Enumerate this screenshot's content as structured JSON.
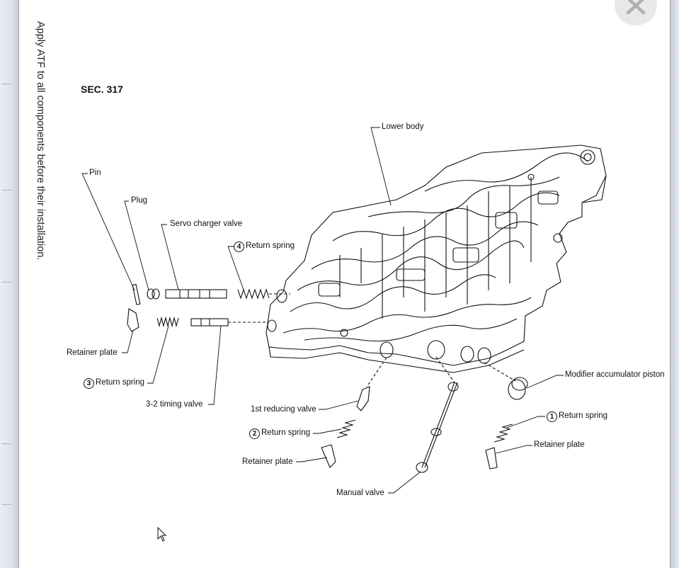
{
  "page": {
    "side_note": "Apply ATF to all components before their installation.",
    "section": "SEC. 317"
  },
  "labels": {
    "lower_body": "Lower body",
    "pin": "Pin",
    "plug": "Plug",
    "servo_charger_valve": "Servo charger valve",
    "return_spring_4_num": "4",
    "return_spring_4": "Return spring",
    "retainer_plate_left": "Retainer plate",
    "return_spring_3_num": "3",
    "return_spring_3": "Return spring",
    "timing_valve": "3-2 timing valve",
    "reducing_valve": "1st reducing valve",
    "return_spring_2_num": "2",
    "return_spring_2": "Return spring",
    "retainer_plate_bottom": "Retainer plate",
    "manual_valve": "Manual valve",
    "modifier_piston": "Modifier accumulator piston",
    "return_spring_1_num": "1",
    "return_spring_1": "Return spring",
    "retainer_plate_right": "Retainer plate"
  },
  "icons": {
    "close": "close-icon",
    "cursor": "mouse-pointer-icon"
  },
  "colors": {
    "ink": "#111111",
    "frame": "#dfe4eb",
    "close_bg": "#e8e8e8",
    "close_x": "#b0b0b0"
  }
}
